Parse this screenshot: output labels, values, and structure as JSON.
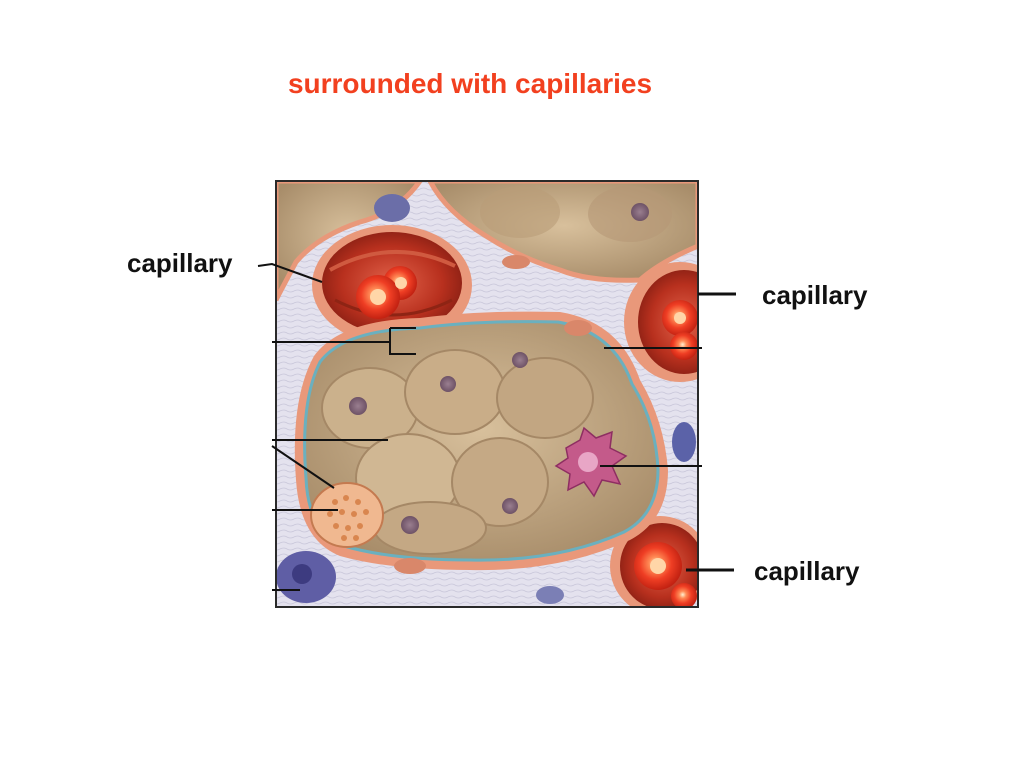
{
  "slide": {
    "title": "surrounded with capillaries"
  },
  "labels": {
    "top_left": "capillary",
    "right_top": "capillary",
    "right_bottom": "capillary"
  },
  "colors": {
    "title": "#f2401f",
    "label_text": "#111111",
    "interstitial": "#e4e2ee",
    "cell_tan": "#c7ab86",
    "capillary_wall": "#e9987a",
    "blood_red": "#d83a22",
    "basement_membrane": "#68a8b8"
  }
}
